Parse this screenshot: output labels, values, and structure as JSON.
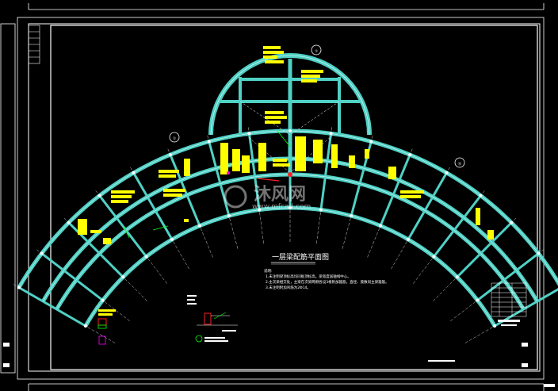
{
  "drawing": {
    "title": "一层梁配筋平面图",
    "watermark_brand": "沐风网",
    "watermark_url": "www.mfcad.com",
    "notes_heading": "说明:",
    "notes": [
      "1.未注明梁顶标高均同板顶标高，梁宽度居轴线中心。",
      "2.主次梁相交处，主梁在次梁两侧各设3根附加箍筋，直径、肢数同主梁箍筋。",
      "3.未注明附加吊筋为2Φ14。"
    ],
    "axis_bubbles": [
      "①",
      "⑦",
      "⑬"
    ]
  },
  "colors": {
    "background": "#000000",
    "frame": "#ffffff",
    "beam": "#4fd1c5",
    "beam_inner": "#ffffff",
    "annotation": "#ffff00",
    "axis_line": "#cfcfcf",
    "red": "#ff2020",
    "magenta": "#ff00ff",
    "green": "#00ff00"
  }
}
